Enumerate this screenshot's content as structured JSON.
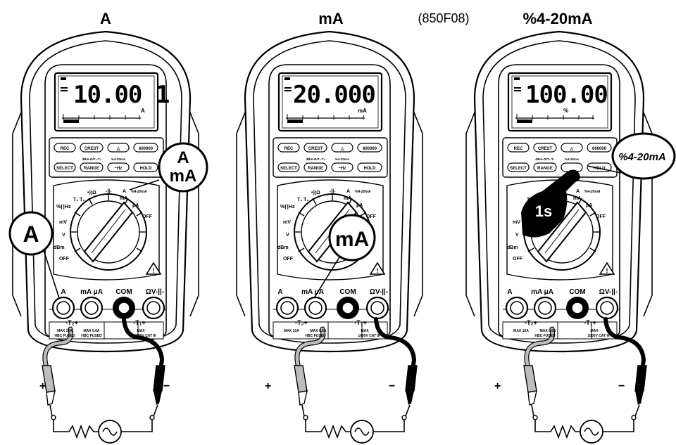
{
  "titles": {
    "a": "A",
    "ma": "mA",
    "code": "(850F08)",
    "pct": "%4-20mA"
  },
  "meters": [
    {
      "reading": "10.00 1",
      "unit": "A",
      "callout_top": [
        "A",
        "mA"
      ],
      "callout_bottom": "A"
    },
    {
      "reading": "20.000",
      "unit": "mA",
      "callout_bottom": "mA"
    },
    {
      "reading": "100.00",
      "unit": "%",
      "callout_top_single": "%4-20mA",
      "press_label": "1s"
    }
  ],
  "buttons": {
    "row1": [
      "REC",
      "CREST",
      "△",
      "600000"
    ],
    "row2": [
      "SELECT",
      "RANGE",
      "~Hz",
      "HOLD"
    ],
    "small1": "dBm-Ω/T₁-T₂",
    "small2": "%4-20mA"
  },
  "dial": {
    "t1t2": "T₁ T₂",
    "ohm": "•))Ω",
    "cap": "-||-",
    "a": "A",
    "ma": "mA",
    "pct": "%4-20mA",
    "ua": "μA",
    "off_r": "OFF",
    "off_l": "OFF",
    "hz": "%∏Hz",
    "mv": "mV",
    "v": "V",
    "dbm": "dBm"
  },
  "jacks": {
    "labels": [
      "A",
      "mA μA",
      "COM",
      "ΩV-||-"
    ],
    "t2": "-T₂+",
    "t1": "-T₁+",
    "max_a": "MAX 10A",
    "hbc_a": "HBC FUSED",
    "max_ma": "MAX 0.6A",
    "hbc_ma": "HBC FUSED",
    "max_com": "MAX",
    "cat": "1000V CAT III"
  },
  "probes": {
    "plus": "+",
    "minus": "−"
  }
}
